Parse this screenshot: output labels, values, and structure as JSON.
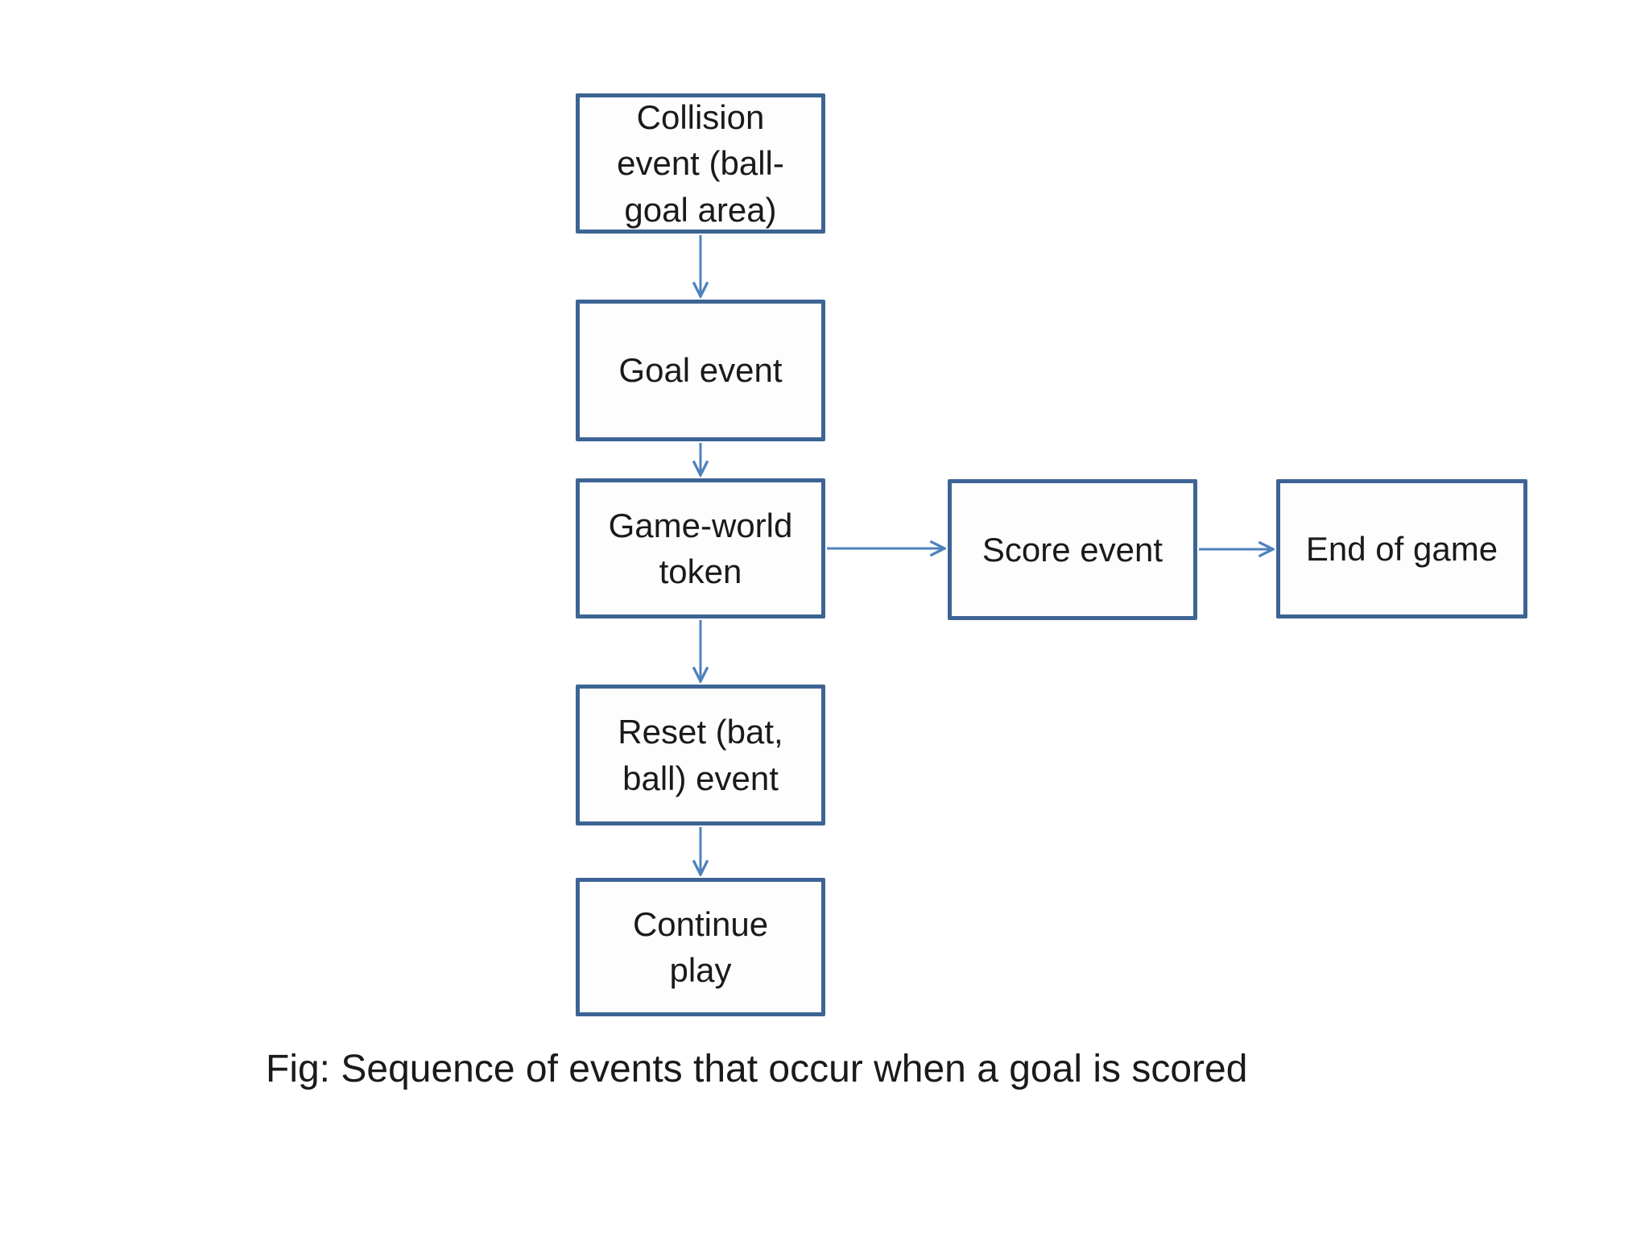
{
  "diagram": {
    "caption": "Fig: Sequence of events that occur when a goal is scored",
    "colors": {
      "box_border": "#3d6494",
      "box_fill": "#fcfdfc",
      "arrow": "#4f81bd",
      "text": "#1a1a1a",
      "page_bg": "#ffffff"
    },
    "nodes": [
      {
        "id": "collision-event",
        "label": "Collision\nevent (ball-\ngoal area)"
      },
      {
        "id": "goal-event",
        "label": "Goal event"
      },
      {
        "id": "game-world-token",
        "label": "Game-world\ntoken"
      },
      {
        "id": "score-event",
        "label": "Score event"
      },
      {
        "id": "end-of-game",
        "label": "End of game"
      },
      {
        "id": "reset-event",
        "label": "Reset (bat,\nball) event"
      },
      {
        "id": "continue-play",
        "label": "Continue\nplay"
      }
    ],
    "edges": [
      {
        "from": "collision-event",
        "to": "goal-event"
      },
      {
        "from": "goal-event",
        "to": "game-world-token"
      },
      {
        "from": "game-world-token",
        "to": "score-event"
      },
      {
        "from": "score-event",
        "to": "end-of-game"
      },
      {
        "from": "game-world-token",
        "to": "reset-event"
      },
      {
        "from": "reset-event",
        "to": "continue-play"
      }
    ]
  }
}
